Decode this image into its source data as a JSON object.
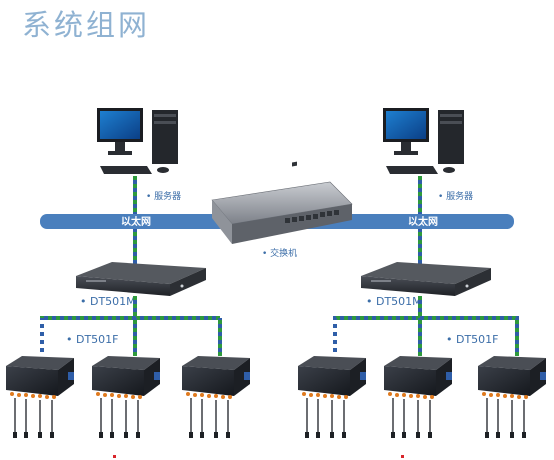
{
  "title": "系统组网",
  "labels": {
    "server": "• 服务器",
    "ethernet": "以太网",
    "switch": "• 交换机",
    "dt501m": "• DT501M",
    "dt501f": "• DT501F"
  },
  "colors": {
    "ethernet_bar": "#4a7fbd",
    "link_green": "#2e9a3c",
    "link_blue": "#2f5ea8",
    "label_text": "#3c6ea8",
    "title_text": "#8fb2d2",
    "device_body": "#2b2f36",
    "connector_orange": "#e07a1e",
    "indicator_red": "#d8262b"
  }
}
